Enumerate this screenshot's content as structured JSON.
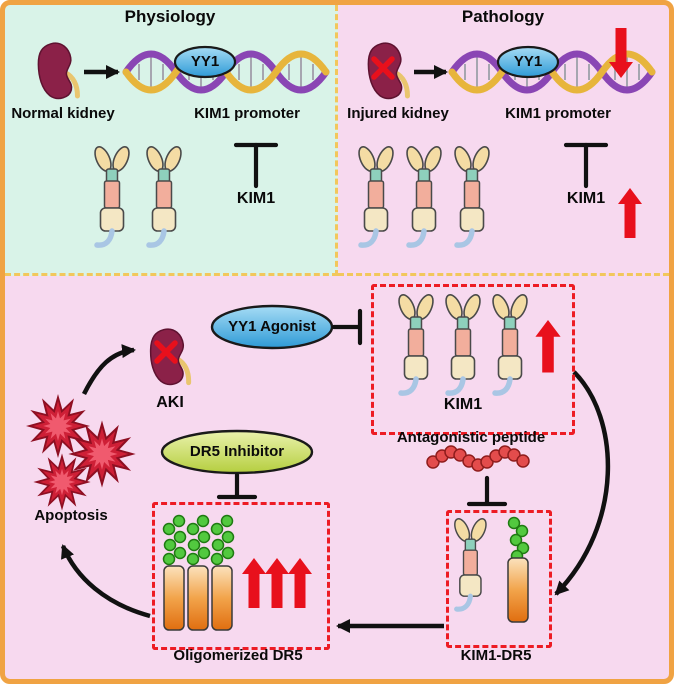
{
  "panels": {
    "physiology": {
      "title": "Physiology",
      "kidney_label": "Normal kidney",
      "yy1_label": "YY1",
      "promoter_label": "KIM1 promoter",
      "gene_label": "KIM1"
    },
    "pathology": {
      "title": "Pathology",
      "kidney_label": "Injured kidney",
      "yy1_label": "YY1",
      "promoter_label": "KIM1 promoter",
      "gene_label": "KIM1"
    },
    "mechanism": {
      "aki_label": "AKI",
      "yy1_agonist_label": "YY1 Agonist",
      "kim1_label": "KIM1",
      "antagonistic_peptide_label": "Antagonistic peptide",
      "dr5_inhibitor_label": "DR5 Inhibitor",
      "apoptosis_label": "Apoptosis",
      "oligomerized_dr5_label": "Oligomerized DR5",
      "kim1_dr5_label": "KIM1-DR5"
    }
  },
  "colors": {
    "frame_border": "#F0A343",
    "physiology_bg": "#D9F3E8",
    "pathology_bg": "#F7D9EF",
    "divider_dash": "#F2C75C",
    "yy1_oval_blue": "#2E9AD6",
    "dr5_inhibitor_oval_green": "#B5CE3F",
    "red_accent": "#E8101C",
    "dashed_box_red": "#ED1C24",
    "kidney": "#8B2148",
    "dna_strand_gold": "#E7B53C",
    "dna_strand_purple": "#8A46B4",
    "receptor_stem_teal": "#8ED0BC",
    "receptor_body_salmon": "#F2AE9C",
    "dr5_cylinder_orange": "#E06E10",
    "bead_green": "#52C93F",
    "bead_red": "#E34C4C"
  }
}
